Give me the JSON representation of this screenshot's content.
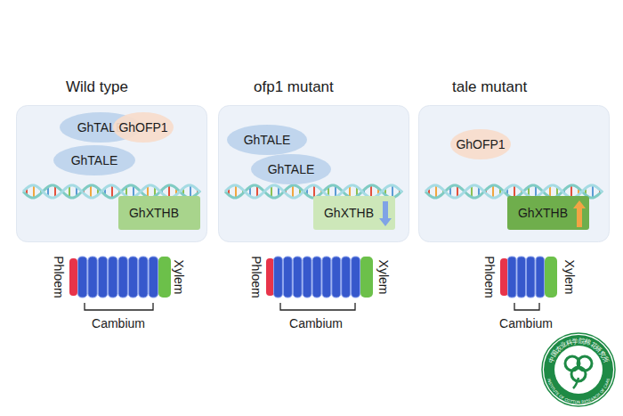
{
  "diagram": {
    "nodes": [
      {
        "text": [
          "Wild type"
        ]
      },
      {
        "text": [
          "GhTALE"
        ],
        "in": 0
      },
      {
        "text": [
          "GhOFP1"
        ],
        "in": 0
      },
      {
        "text": [
          "GhTALE"
        ],
        "in": 0
      },
      {
        "text": [
          "GhXTHB"
        ],
        "in": 0
      },
      {
        "text": [
          "ofp1 mutant"
        ]
      },
      {
        "text": [
          "GhTALE"
        ],
        "in": 5
      },
      {
        "text": [
          "GhTALE"
        ],
        "in": 5
      },
      {
        "text": [
          "GhXTHB"
        ],
        "in": 5
      },
      {
        "text": [
          "tale mutant"
        ]
      },
      {
        "text": [
          "GhOFP1"
        ],
        "in": 9
      },
      {
        "text": [
          "GhXTHB"
        ],
        "in": 9
      }
    ],
    "labels": [
      "Phloem",
      "Xylem",
      "Cambium",
      "Phloem",
      "Xylem",
      "Cambium",
      "Phloem",
      "Xylem",
      "Cambium",
      "中国农业科学院棉花研究所",
      "INSTITUTE OF COTTON RESEARCH OF CAAS",
      "1957"
    ]
  }
}
